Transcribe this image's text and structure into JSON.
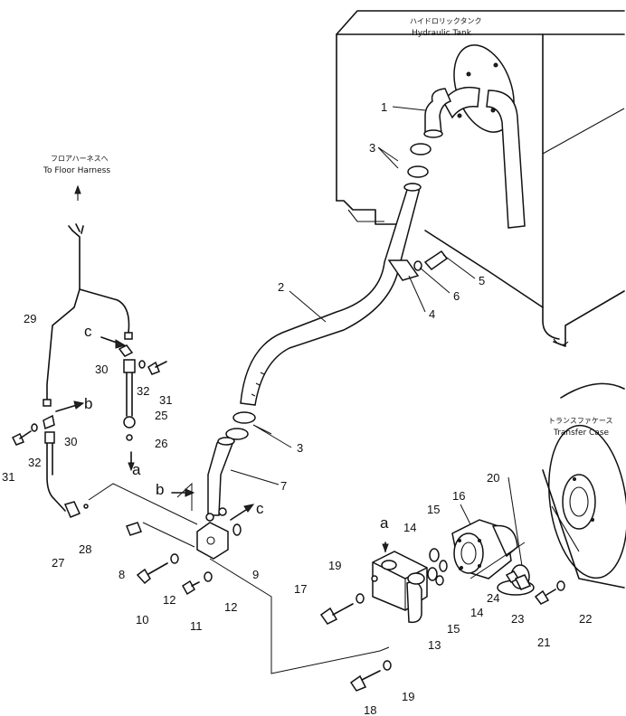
{
  "captions": {
    "tank_jp": "ハイドロリックタンク",
    "tank_en": "Hydraulic Tank",
    "floor_jp": "フロアハーネスへ",
    "floor_en": "To Floor Harness",
    "transfer_jp": "トランスファケース",
    "transfer_en": "Transfer Case"
  },
  "callouts": {
    "n1": "1",
    "n2": "2",
    "n3a": "3",
    "n3b": "3",
    "n4": "4",
    "n5": "5",
    "n6": "6",
    "n7": "7",
    "n8": "8",
    "n9": "9",
    "n10": "10",
    "n11": "11",
    "n12a": "12",
    "n12b": "12",
    "n13": "13",
    "n14a": "14",
    "n14b": "14",
    "n15a": "15",
    "n15b": "15",
    "n16": "16",
    "n17": "17",
    "n18": "18",
    "n19a": "19",
    "n19b": "19",
    "n20": "20",
    "n21": "21",
    "n22": "22",
    "n23": "23",
    "n24": "24",
    "n25": "25",
    "n26": "26",
    "n27": "27",
    "n28": "28",
    "n29": "29",
    "n30a": "30",
    "n30b": "30",
    "n31a": "31",
    "n31b": "31",
    "n32a": "32",
    "n32b": "32"
  },
  "refs": {
    "a_top": "a",
    "a_bottom": "a",
    "b_top": "b",
    "b_bottom": "b",
    "c_top": "c",
    "c_bottom": "c"
  }
}
